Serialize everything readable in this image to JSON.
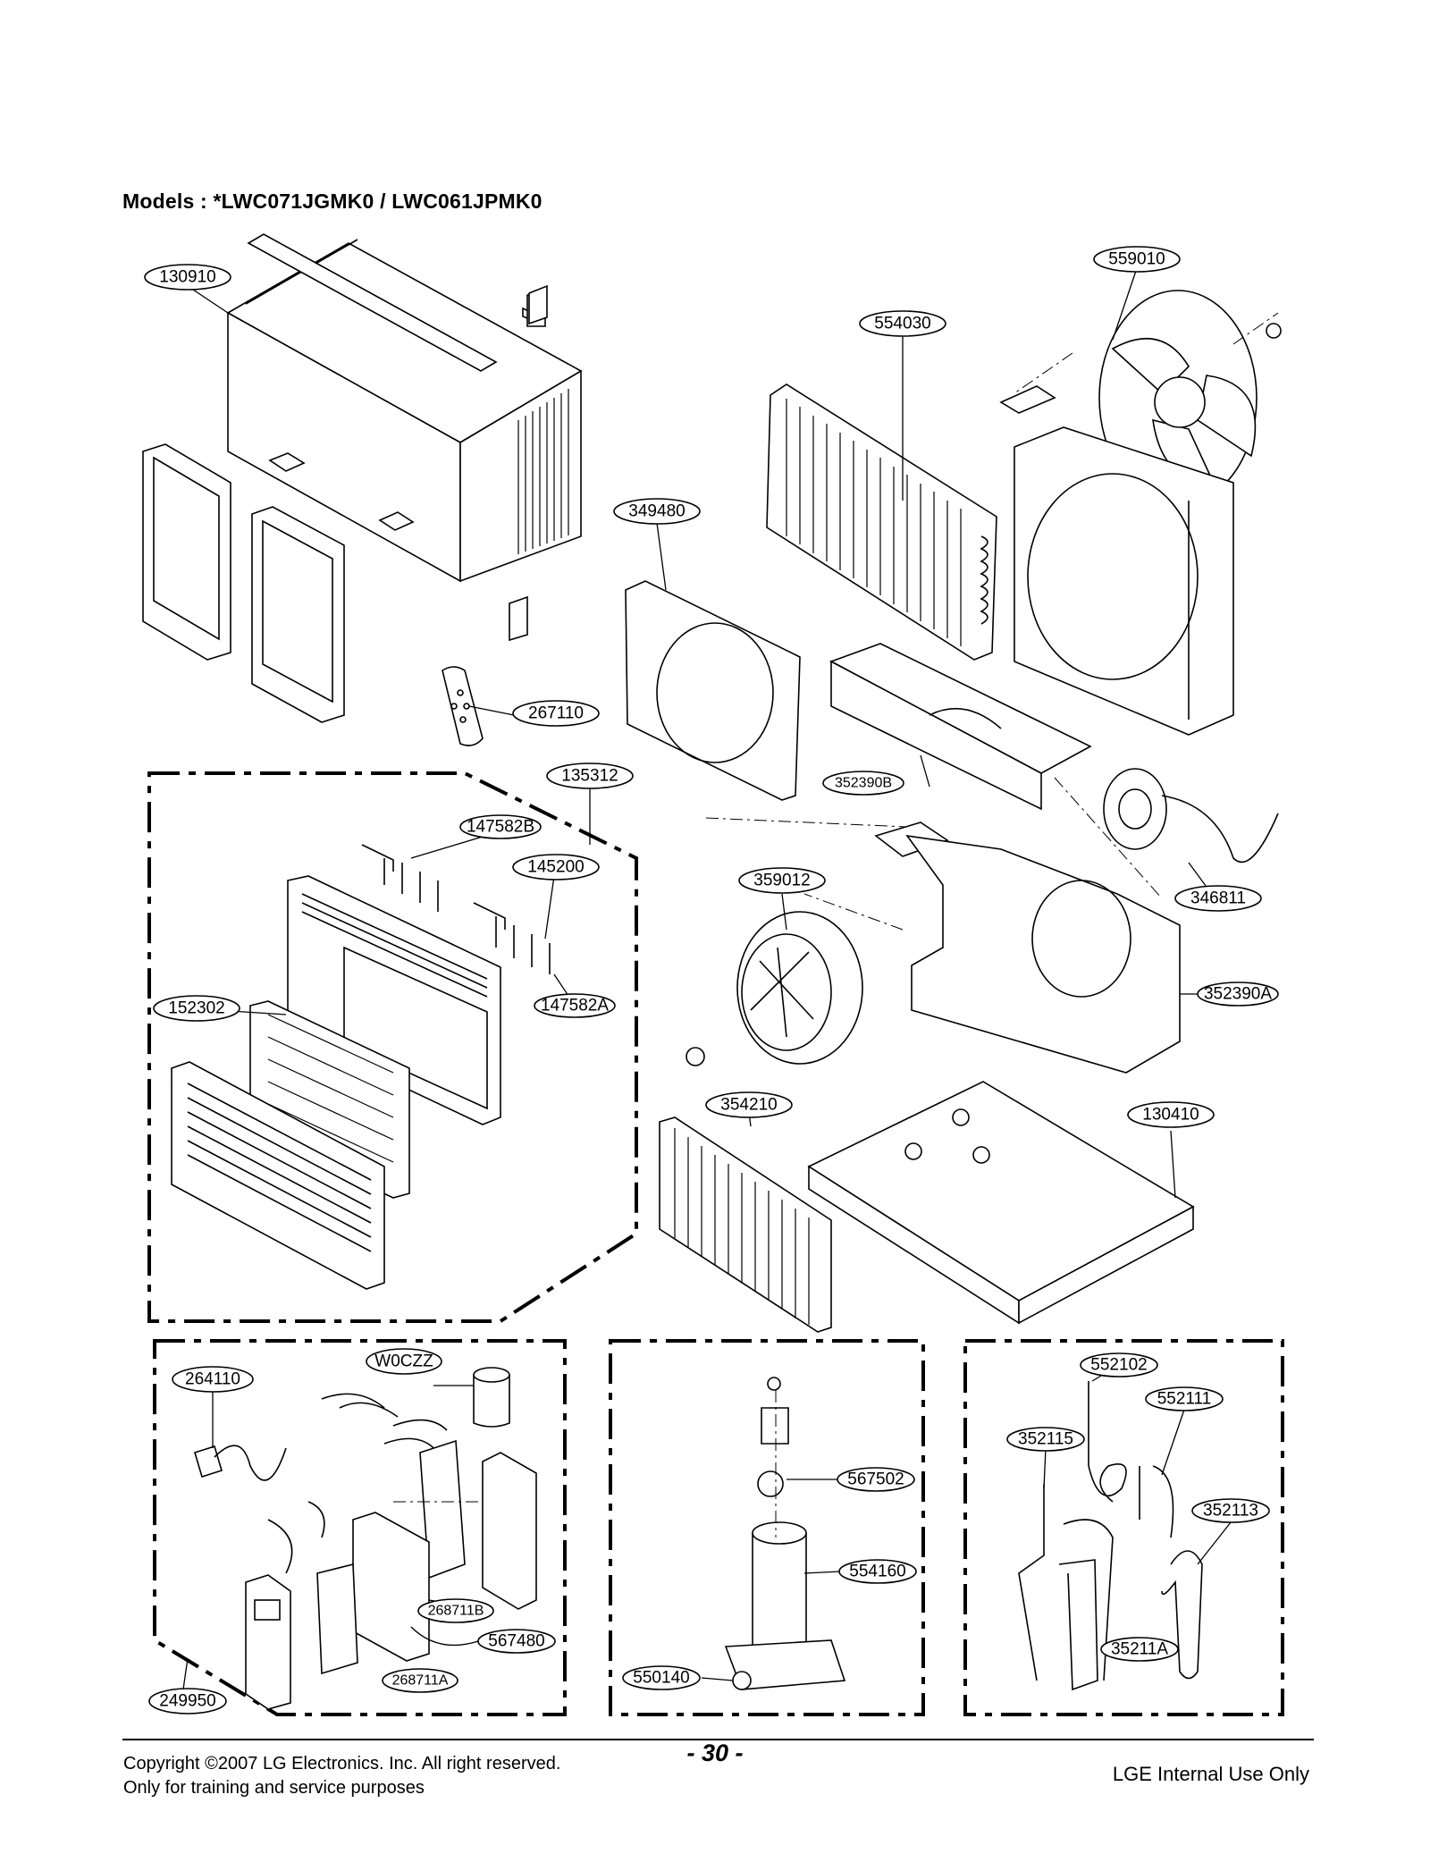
{
  "header": {
    "title": "Models : *LWC071JGMK0 / LWC061JPMK0"
  },
  "labels": {
    "p130910": "130910",
    "p559010": "559010",
    "p554030": "554030",
    "p349480": "349480",
    "p267110": "267110",
    "p135312": "135312",
    "p147582B": "147582B",
    "p145200": "145200",
    "p352390B": "352390B",
    "p359012": "359012",
    "p346811": "346811",
    "p152302": "152302",
    "p147582A": "147582A",
    "p352390A": "352390A",
    "p354210": "354210",
    "p130410": "130410",
    "p264110": "264110",
    "pW0CZZ": "W0CZZ",
    "p552102": "552102",
    "p552111": "552111",
    "p352115": "352115",
    "p567502": "567502",
    "p352113": "352113",
    "p554160": "554160",
    "p268711B": "268711B",
    "p567480": "567480",
    "p550140": "550140",
    "p35211A": "35211A",
    "p268711A": "268711A",
    "p249950": "249950"
  },
  "footer": {
    "copyright": "Copyright ©2007 LG Electronics. Inc. All right reserved.",
    "training": "Only for training and service purposes",
    "page": "- 30 -",
    "internal": "LGE Internal Use Only"
  }
}
